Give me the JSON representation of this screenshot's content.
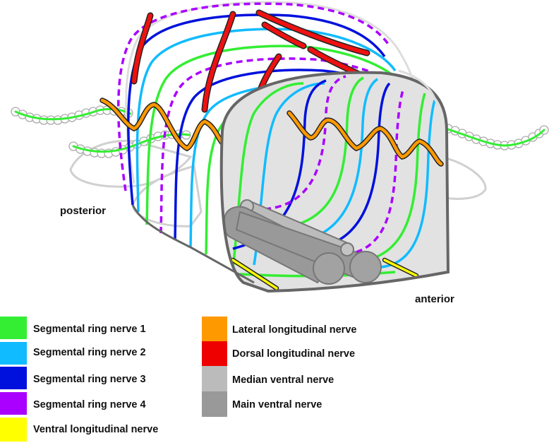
{
  "labels": {
    "posterior": "posterior",
    "anterior": "anterior"
  },
  "legend": [
    {
      "label": "Segmental ring nerve 1",
      "color": "#33ee33"
    },
    {
      "label": "Segmental ring nerve 2",
      "color": "#11bbff"
    },
    {
      "label": "Segmental ring nerve 3",
      "color": "#0011dd"
    },
    {
      "label": "Segmental ring nerve 4",
      "color": "#aa00ff"
    },
    {
      "label": "Ventral longitudinal nerve",
      "color": "#ffff00"
    },
    {
      "label": "Lateral longitudinal nerve",
      "color": "#ff9900"
    },
    {
      "label": "Dorsal longitudinal nerve",
      "color": "#ee0000"
    },
    {
      "label": "Median ventral nerve",
      "color": "#bbbbbb"
    },
    {
      "label": "Main ventral nerve",
      "color": "#999999"
    }
  ]
}
